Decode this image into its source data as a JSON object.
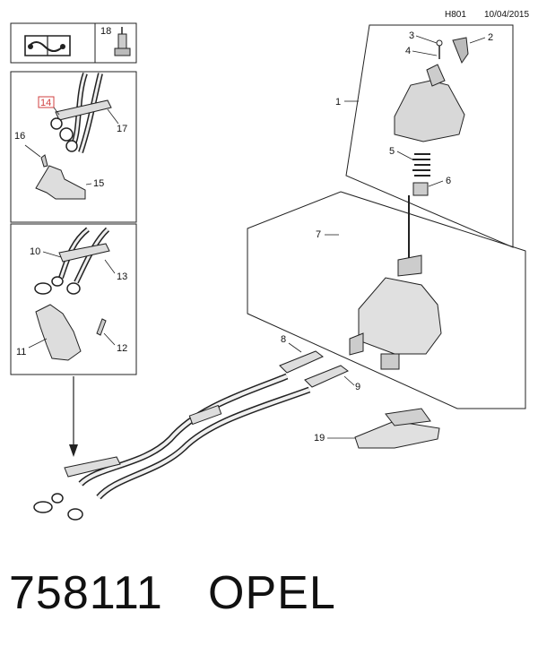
{
  "header": {
    "code": "H801",
    "date": "10/04/2015"
  },
  "legend": {
    "box_number": "18"
  },
  "callouts": {
    "c1": "1",
    "c2": "2",
    "c3": "3",
    "c4": "4",
    "c5": "5",
    "c6": "6",
    "c7": "7",
    "c8": "8",
    "c9": "9",
    "c10": "10",
    "c11": "11",
    "c12": "12",
    "c13": "13",
    "c14": "14",
    "c15": "15",
    "c16": "16",
    "c17": "17",
    "c19": "19"
  },
  "footer": {
    "part_number": "758111",
    "brand": "OPEL"
  },
  "colors": {
    "line": "#222222",
    "part_fill": "#d8d8d8",
    "highlight_box": "#d04040"
  },
  "icons": [
    "manual-book-icon",
    "lubricant-gun-icon",
    "arrow-down-icon"
  ]
}
